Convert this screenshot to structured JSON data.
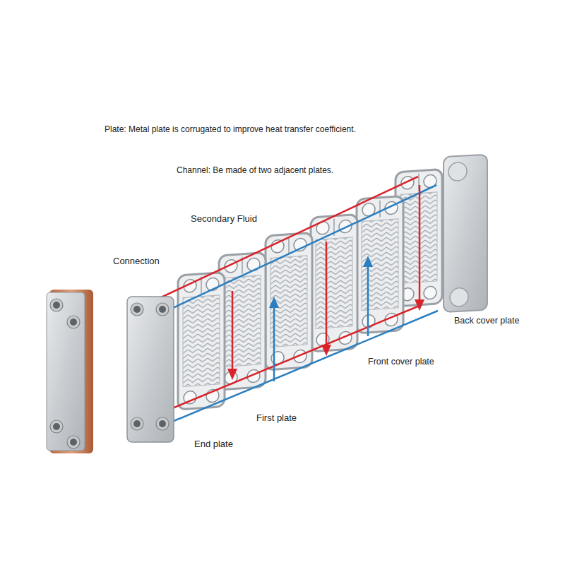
{
  "diagram": {
    "labels": [
      "Plate: Metal plate is corrugated to improve heat transfer coefficient.",
      "Channel: Be made of two adjacent plates.",
      "Secondary Fluid",
      "Connection",
      "Back cover plate",
      "Front cover plate",
      "First plate",
      "End plate"
    ]
  }
}
